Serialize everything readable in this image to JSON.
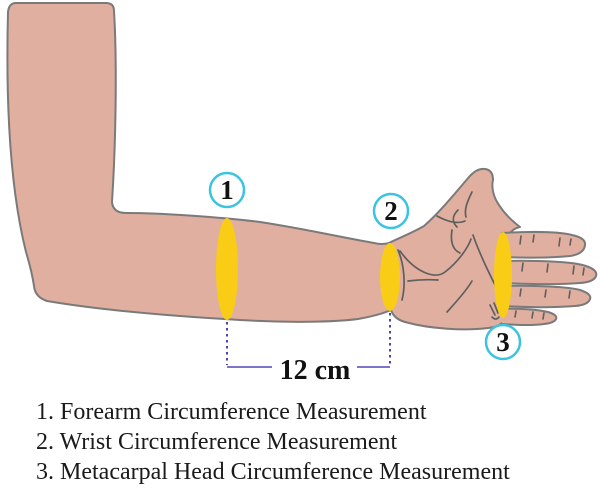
{
  "figure": {
    "markers": [
      {
        "number": "1"
      },
      {
        "number": "2"
      },
      {
        "number": "3"
      }
    ],
    "distance_label": "12 cm"
  },
  "legend": {
    "items": [
      {
        "number": "1.",
        "label": "Forearm Circumference Measurement"
      },
      {
        "number": "2.",
        "label": "Wrist Circumference Measurement"
      },
      {
        "number": "3.",
        "label": "Metacarpal Head Circumference Measurement"
      }
    ]
  },
  "colors": {
    "skin": "#e0afa0",
    "outline": "#7a7a7a",
    "band": "#f9cc16",
    "marker_ring": "#3cc3e0",
    "marker_fill": "#ffffff",
    "measure_solid": "#7b74c9",
    "measure_dotted": "#4a44b5",
    "detail_line": "#5f5f5f",
    "text": "#1a1a1a"
  }
}
